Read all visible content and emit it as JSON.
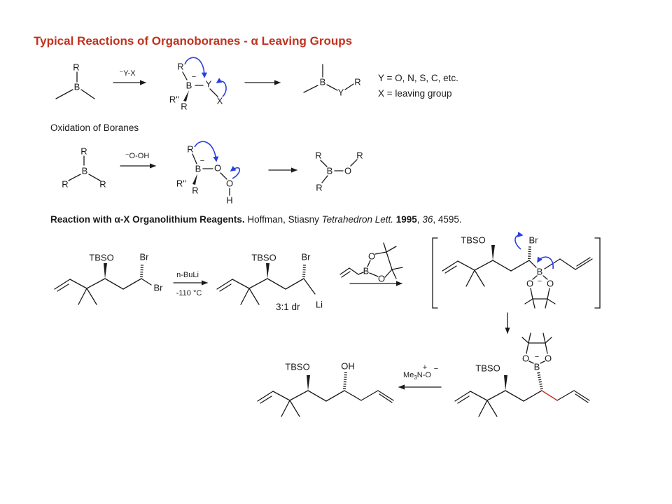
{
  "title": {
    "pre": "Typical Reactions of Organoboranes - ",
    "alpha": "α",
    "post": " Leaving Groups"
  },
  "scheme1": {
    "reagent": "⁻Y-X",
    "borane_atoms": [
      "R",
      "B"
    ],
    "intermediate_atoms": [
      "R",
      "B",
      "Y",
      "R''",
      "R",
      "X"
    ],
    "charge": "−",
    "product_atoms": [
      "B",
      "Y",
      "R"
    ],
    "legend_y": "Y = O, N, S, C, etc.",
    "legend_x": "X = leaving group"
  },
  "section_oxidation": "Oxidation of Boranes",
  "scheme2": {
    "reagent": "⁻O-OH",
    "borane_atoms": [
      "R",
      "B",
      "R",
      "R"
    ],
    "intermediate_atoms": [
      "R",
      "B",
      "O",
      "O",
      "H",
      "R''",
      "R"
    ],
    "charge": "−",
    "product_atoms": [
      "R",
      "B",
      "O",
      "R",
      "R"
    ]
  },
  "reference": {
    "heading_pre": "Reaction with ",
    "alpha": "α",
    "heading_post": "-X Organolithium Reagents.",
    "authors": " Hoffman, Stiasny ",
    "journal": "Tetrahedron Lett.",
    "year": " 1995",
    "sep1": ", ",
    "volume": "36",
    "pages": ", 4595."
  },
  "scheme3": {
    "sm": {
      "tbso": "TBSO",
      "br1": "Br",
      "br2": "Br"
    },
    "step1": {
      "reagent": "n-BuLi",
      "conditions": "-110 °C"
    },
    "li_species": {
      "tbso": "TBSO",
      "br": "Br",
      "li": "Li",
      "dr": "3:1 dr"
    },
    "boronate_reagent": {
      "b": "B",
      "o1": "O",
      "o2": "O"
    },
    "ate_complex": {
      "tbso": "TBSO",
      "br": "Br",
      "b": "B",
      "o1": "O",
      "o2": "O",
      "charge": "−"
    },
    "boronic_ester": {
      "tbso": "TBSO",
      "b": "B",
      "o1": "O",
      "o2": "O",
      "charge": "−"
    },
    "oxidant": {
      "me3n": "Me",
      "sub": "3",
      "n": "N",
      "plus": "+",
      "o": "-O",
      "minus": "−"
    },
    "product": {
      "tbso": "TBSO",
      "oh": "OH"
    }
  },
  "colors": {
    "title": "#c0321e",
    "curly_arrows": "#2a3fe0",
    "new_bond": "#c0321e"
  }
}
